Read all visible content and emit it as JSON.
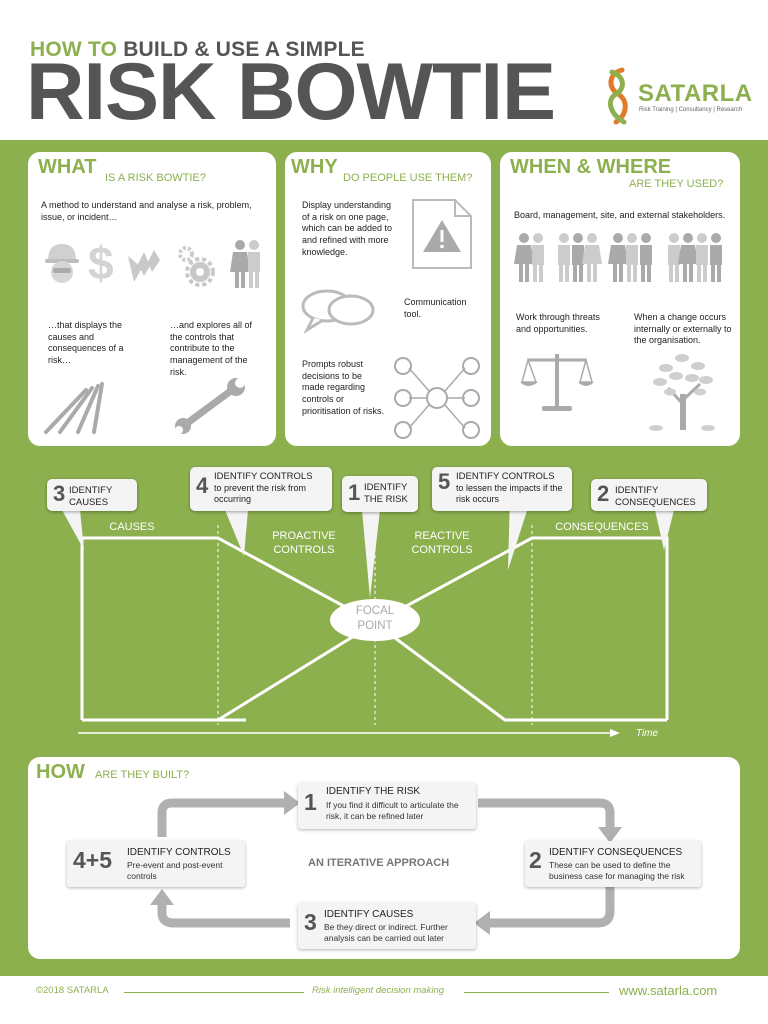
{
  "header": {
    "subtitle_prefix": "HOW TO",
    "subtitle_rest": "BUILD & USE A SIMPLE",
    "title": "RISK BOWTIE",
    "logo_name": "SATARLA",
    "logo_tagline": "Risk  Training | Consultancy | Research"
  },
  "what": {
    "big": "WHAT",
    "small": "IS A RISK BOWTIE?",
    "intro": "A method to understand and analyse a risk, problem, issue, or incident…",
    "left": "…that displays the causes and consequences of a risk…",
    "right": "…and explores all of the controls that contribute to the management of the risk."
  },
  "why": {
    "big": "WHY",
    "small": "DO PEOPLE USE THEM?",
    "display": "Display understanding of a risk on one page, which can be added to and refined with more knowledge.",
    "communication": "Communication tool.",
    "prompts": "Prompts robust decisions to be made regarding controls or prioritisation of risks."
  },
  "when": {
    "big": "WHEN & WHERE",
    "small": "ARE THEY USED?",
    "stakeholders": "Board, management, site, and external stakeholders.",
    "threats": "Work through threats and opportunities.",
    "change": "When a change occurs internally or externally to the organisation."
  },
  "bowtie": {
    "c3_num": "3",
    "c3_text": "IDENTIFY CAUSES",
    "c4_num": "4",
    "c4_head": "IDENTIFY CONTROLS",
    "c4_text": "to prevent the risk from occurring",
    "c1_num": "1",
    "c1_text": "IDENTIFY THE RISK",
    "c5_num": "5",
    "c5_head": "IDENTIFY CONTROLS",
    "c5_text": "to lessen the impacts if the risk occurs",
    "c2_num": "2",
    "c2_text": "IDENTIFY CONSEQUENCES",
    "causes": "CAUSES",
    "proactive": "PROACTIVE CONTROLS",
    "reactive": "REACTIVE CONTROLS",
    "consequences": "CONSEQUENCES",
    "focal": "FOCAL POINT",
    "time": "Time"
  },
  "how": {
    "big": "HOW",
    "small": "ARE THEY BUILT?",
    "center": "AN ITERATIVE APPROACH",
    "s1_num": "1",
    "s1_head": "IDENTIFY THE RISK",
    "s1_text": "If you find it difficult to articulate the risk, it can be refined later",
    "s2_num": "2",
    "s2_head": "IDENTIFY CONSEQUENCES",
    "s2_text": "These can be used to define the business case for managing the risk",
    "s3_num": "3",
    "s3_head": "IDENTIFY CAUSES",
    "s3_text": "Be they direct or indirect.  Further analysis can be carried out later",
    "s45_num": "4+5",
    "s45_head": "IDENTIFY CONTROLS",
    "s45_text": "Pre-event and post-event controls"
  },
  "footer": {
    "copyright": "©2018 SATARLA",
    "slogan": "Risk intelligent decision making",
    "url": "www.satarla.com"
  },
  "colors": {
    "green": "#8db04f",
    "grey": "#555555",
    "orange": "#e07b2a"
  }
}
